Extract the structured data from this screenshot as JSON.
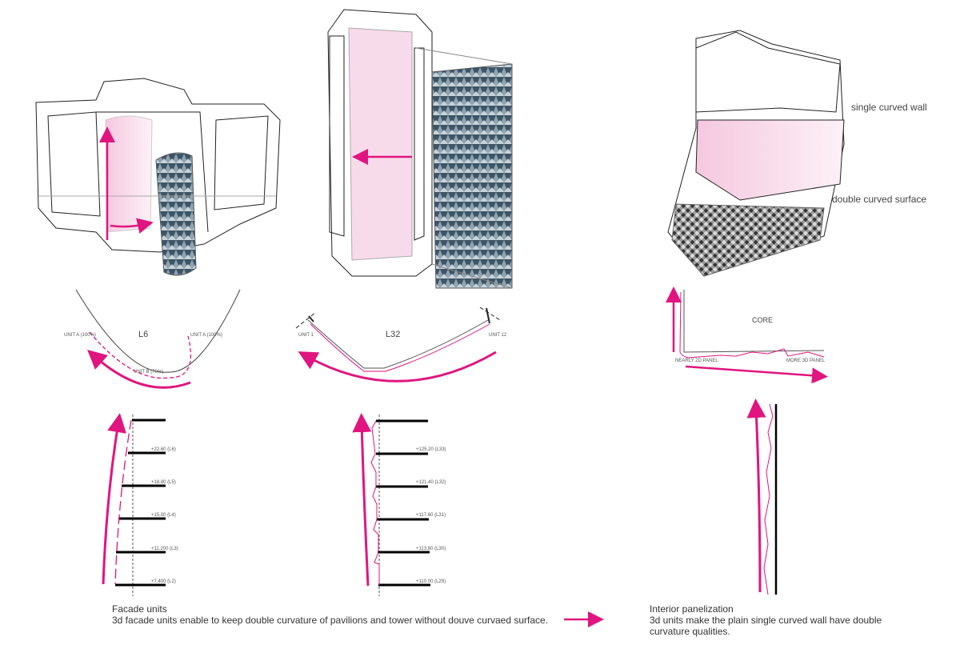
{
  "colors": {
    "accent": "#e0157f",
    "line": "#222222",
    "pink_fill": "#f7d6e8"
  },
  "pavilion": {
    "plan_label": "L6",
    "unit_left": "UNIT A (100%)",
    "unit_right": "UNIT A (100%)",
    "unit_bottom": "UNIT B (70%)",
    "levels": [
      "+22.60 (L6)",
      "+18.80 (L5)",
      "+15.00 (L4)",
      "+11.200 (L3)",
      "+7.400 (L2)"
    ]
  },
  "tower": {
    "plan_label": "L32",
    "unit_left": "UNIT 1",
    "unit_right": "UNIT 12",
    "levels": [
      "+125.20 (L33)",
      "+121.40 (L32)",
      "+117.60 (L31)",
      "+113.80 (L30)",
      "+110.00 (L29)"
    ]
  },
  "core": {
    "label_top": "single curved wall",
    "label_bottom": "double curved surface",
    "plan_label": "CORE",
    "left_panel": "NEARLY 2D PANEL",
    "right_panel": "MORE 3D PANEL"
  },
  "captions": {
    "facade_title": "Facade units",
    "facade_body": "3d facade units enable to keep double curvature of pavilions and tower without douve curvaed surface.",
    "interior_title": "Interior panelization",
    "interior_body": "3d units make the plain single curved wall have double curvature qualities."
  }
}
